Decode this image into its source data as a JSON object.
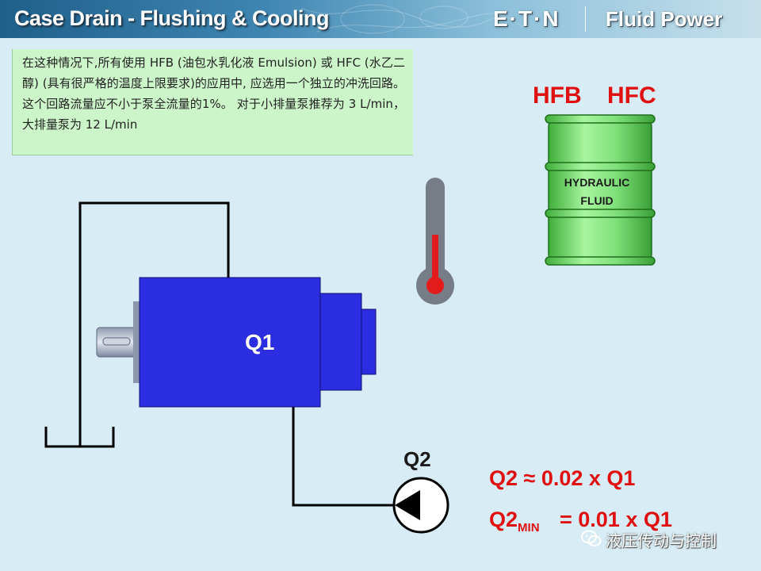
{
  "header": {
    "title": "Case Drain - Flushing & Cooling",
    "brand": "E·T·N",
    "division": "Fluid Power"
  },
  "note": {
    "text": "在这种情况下,所有使用 HFB (油包水乳化液 Emulsion) 或 HFC (水乙二醇) (具有很严格的温度上限要求)的应用中, 应选用一个独立的冲洗回路。 这个回路流量应不小于泵全流量的1%。 对于小排量泵推荐为 3 L/min，大排量泵为 12 L/min"
  },
  "diagram": {
    "motor_label": "Q1",
    "pump_label": "Q2",
    "fluid_types": [
      "HFB",
      "HFC"
    ],
    "drum_label_lines": [
      "HYDRAULIC",
      "FLUID"
    ],
    "equation_1": "Q2 ≈ 0.02 x Q1",
    "equation_2": {
      "lhs": "Q2",
      "lhs_subscript": "MIN",
      "rhs": "= 0.01 x Q1"
    }
  },
  "watermark": {
    "text": "液压传动与控制"
  },
  "colors": {
    "accent_red": "#e01010",
    "motor_blue": "#2a2ee0",
    "drum_green": "#7fe07a",
    "note_bg": "#ccf5c9"
  }
}
